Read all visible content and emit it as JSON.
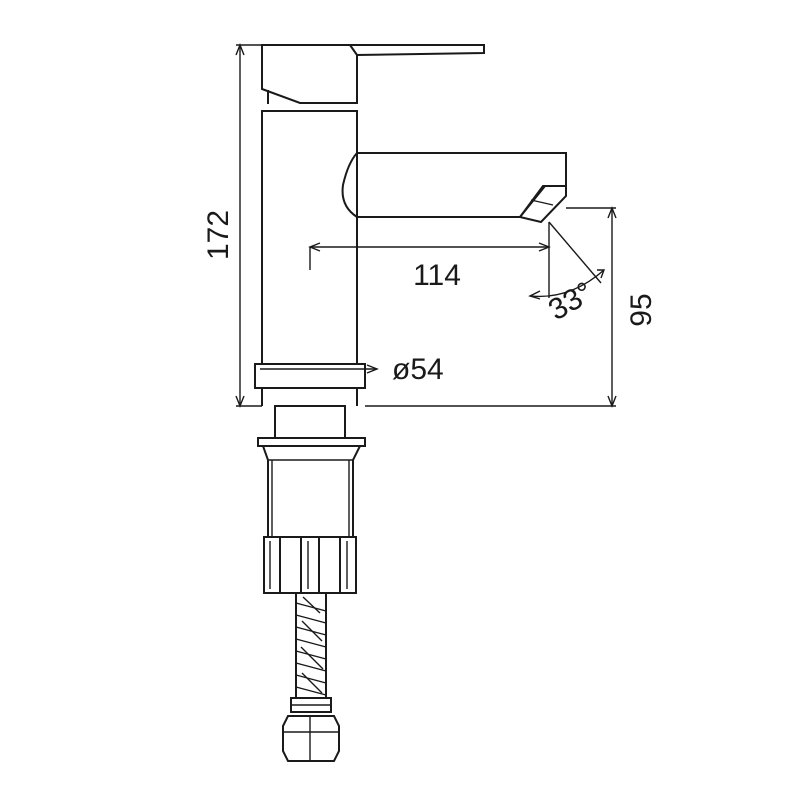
{
  "dimensions": {
    "total_height": "172",
    "spout_reach": "114",
    "spout_height": "95",
    "spout_angle": "33°",
    "base_diameter": "ø54"
  }
}
